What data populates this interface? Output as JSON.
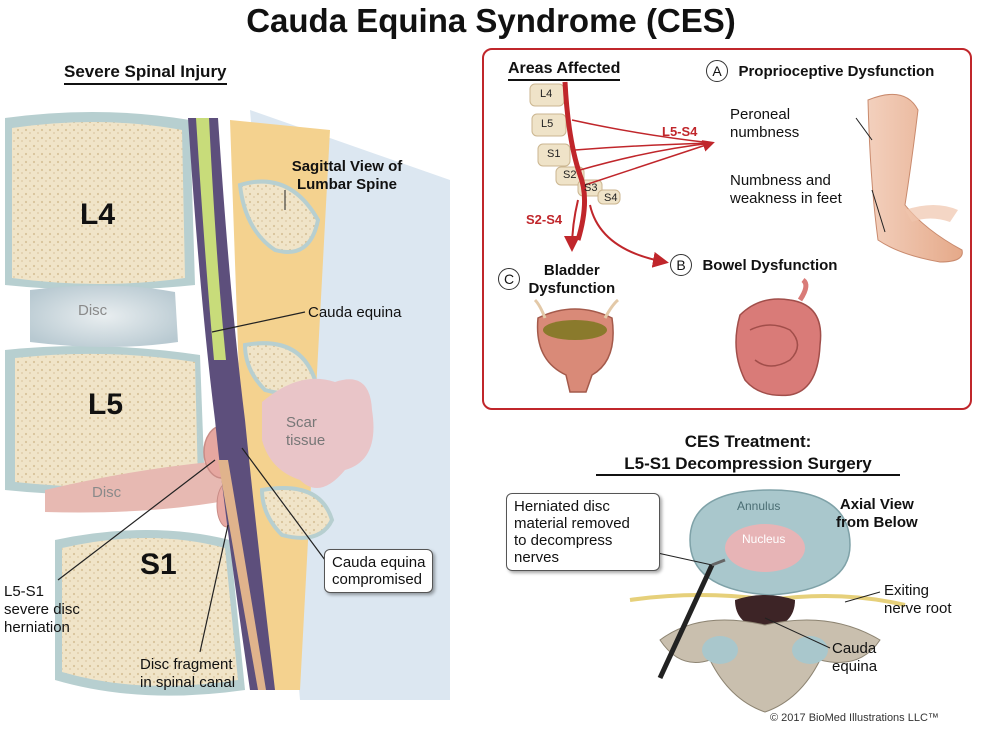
{
  "title": "Cauda Equina Syndrome (CES)",
  "left_panel": {
    "heading": "Severe Spinal Injury",
    "sagittal_view": "Sagittal View of\nLumbar Spine",
    "vertebrae": {
      "l4": "L4",
      "l5": "L5",
      "s1": "S1"
    },
    "disc_upper": "Disc",
    "disc_lower": "Disc",
    "cauda_equina": "Cauda equina",
    "scar_tissue": "Scar\ntissue",
    "cauda_compromised": "Cauda equina\ncompromised",
    "herniation": "L5-S1\nsevere disc\nherniation",
    "disc_fragment": "Disc fragment\nin spinal canal"
  },
  "areas_panel": {
    "heading": "Areas Affected",
    "levels": [
      "L4",
      "L5",
      "S1",
      "S2",
      "S3",
      "S4"
    ],
    "l5_s4": "L5-S4",
    "s2_s4": "S2-S4",
    "a_letter": "A",
    "a_title": "Proprioceptive Dysfunction",
    "peroneal": "Peroneal\nnumbness",
    "feet": "Numbness and\nweakness in feet",
    "b_letter": "B",
    "b_title": "Bowel Dysfunction",
    "c_letter": "C",
    "c_title": "Bladder\nDysfunction"
  },
  "treatment": {
    "heading_line1": "CES Treatment:",
    "heading_line2": "L5-S1 Decompression Surgery",
    "callout": "Herniated disc\nmaterial removed\nto decompress\nnerves",
    "axial": "Axial View\nfrom Below",
    "annulus": "Annulus",
    "nucleus": "Nucleus",
    "exiting": "Exiting\nnerve root",
    "cauda": "Cauda\nequina"
  },
  "copyright": "© 2017 BioMed Illustrations LLC™",
  "colors": {
    "accent_red": "#c0262b",
    "bone": "#efe3c8",
    "disc": "#b9cdd6",
    "nerve": "#cfe08a"
  }
}
